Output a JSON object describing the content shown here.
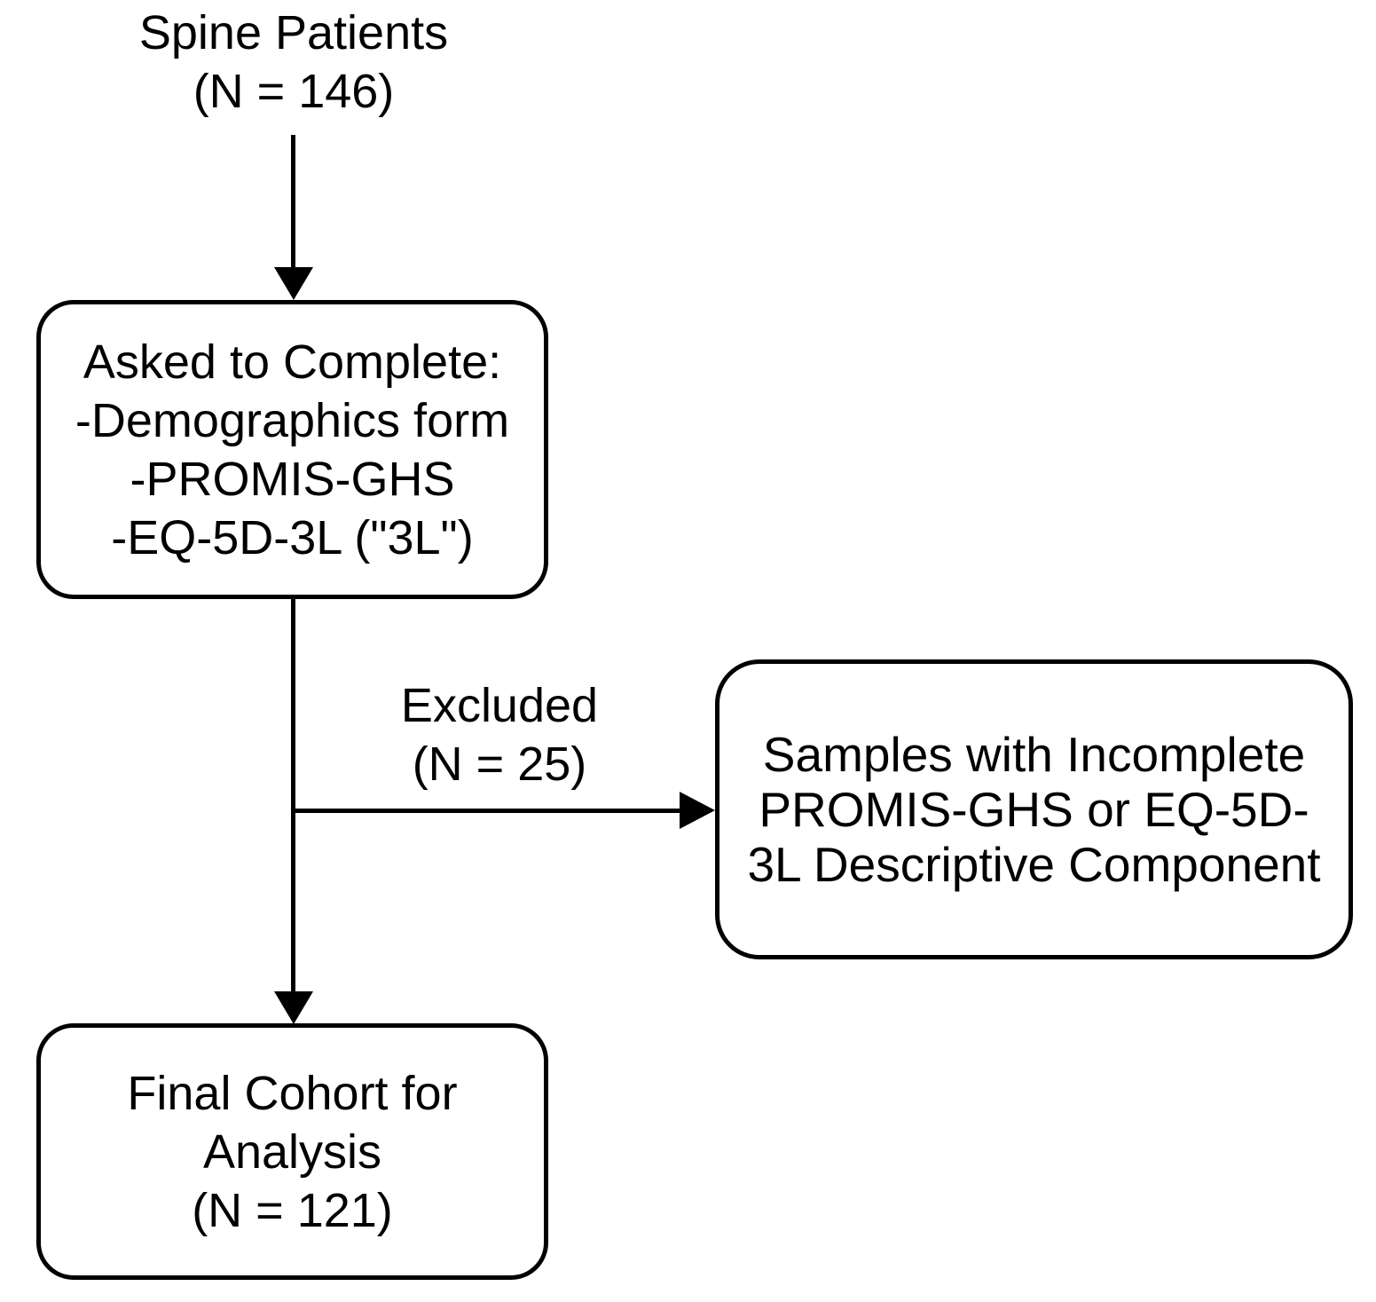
{
  "diagram": {
    "type": "flowchart",
    "colors": {
      "background": "#ffffff",
      "line": "#000000",
      "text": "#000000"
    },
    "nodes": {
      "spine_patients": {
        "lines": [
          "Spine Patients",
          "(N = 146)"
        ]
      },
      "asked_to_complete": {
        "lines": [
          "Asked to Complete:",
          "-Demographics form",
          "-PROMIS-GHS",
          "-EQ-5D-3L (\"3L\")"
        ]
      },
      "excluded_label": {
        "lines": [
          "Excluded",
          "(N = 25)"
        ]
      },
      "excluded_samples": {
        "lines": [
          "Samples with Incomplete",
          "PROMIS-GHS or EQ-5D-",
          "3L Descriptive Component"
        ]
      },
      "final_cohort": {
        "lines": [
          "Final Cohort for",
          "Analysis",
          "(N = 121)"
        ]
      }
    }
  }
}
